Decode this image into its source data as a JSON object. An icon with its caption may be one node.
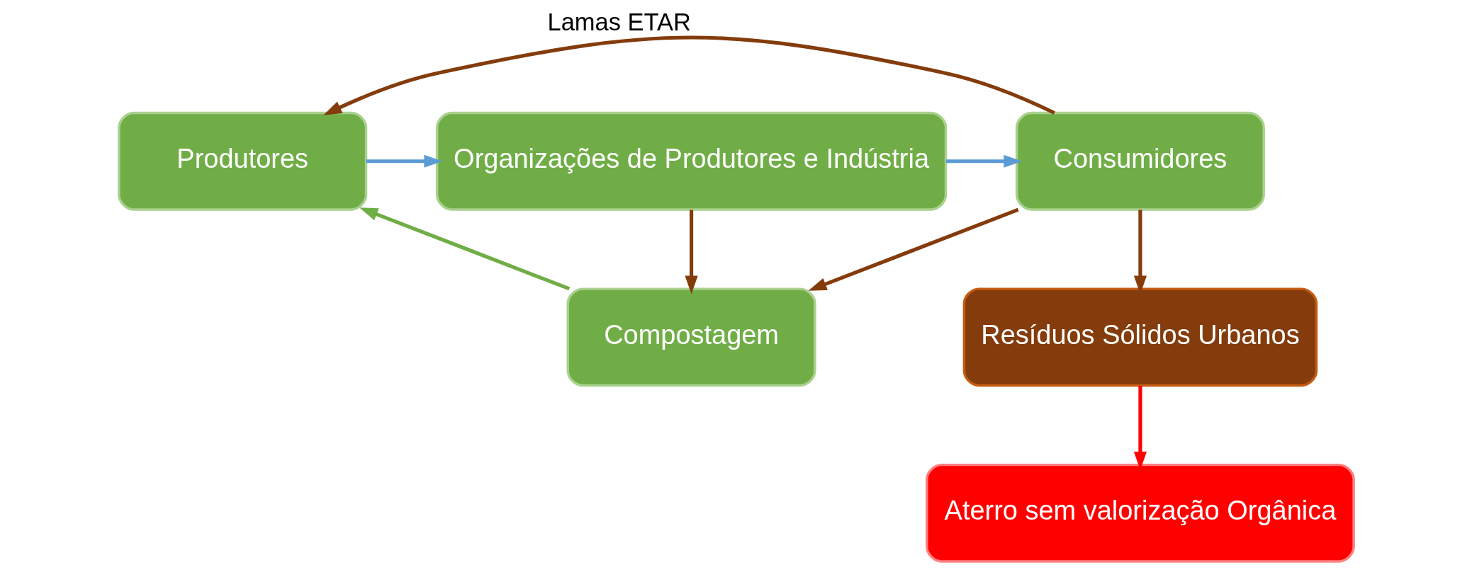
{
  "diagram": {
    "nodes": [
      {
        "text": [
          "Produtores"
        ]
      },
      {
        "text": [
          "Organizações de Produtores e Indústria"
        ]
      },
      {
        "text": [
          "Consumidores"
        ]
      },
      {
        "text": [
          "Compostagem"
        ]
      },
      {
        "text": [
          "Resíduos Sólidos Urbanos"
        ]
      },
      {
        "text": [
          "Aterro sem valorização Orgânica"
        ]
      }
    ],
    "edges": [
      {
        "from": 0,
        "to": 1,
        "arrow": "to",
        "color": "#5b9bd5"
      },
      {
        "from": 1,
        "to": 2,
        "arrow": "to",
        "color": "#5b9bd5"
      },
      {
        "from": 1,
        "to": 3,
        "arrow": "to"
      },
      {
        "from": 2,
        "to": 3,
        "arrow": "to"
      },
      {
        "from": 2,
        "to": 0,
        "arrow": "to",
        "label": "Lamas ETAR"
      },
      {
        "from": 3,
        "to": 0,
        "arrow": "to",
        "color": "#70ad47"
      },
      {
        "from": 2,
        "to": 4,
        "arrow": "to"
      },
      {
        "from": 4,
        "to": 5,
        "arrow": "to",
        "color": "#ff0000"
      }
    ]
  }
}
